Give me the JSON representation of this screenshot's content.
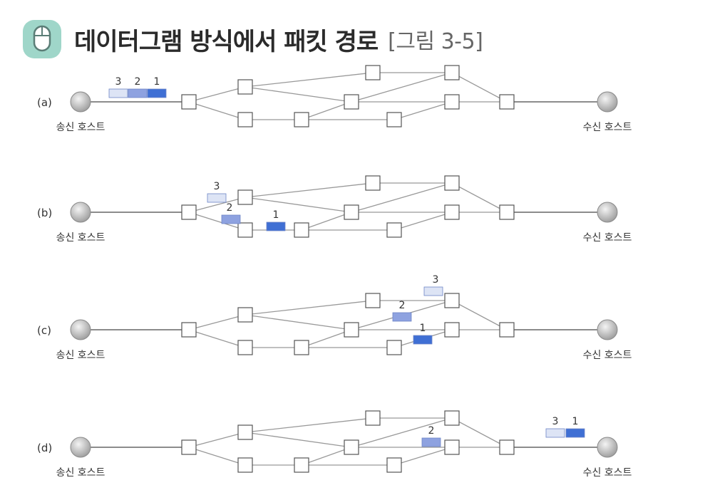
{
  "title": {
    "main": "데이터그램 방식에서 패킷 경로",
    "sub": "[그림 3-5]",
    "icon": "mouse-icon"
  },
  "labels": {
    "sender": "송신 호스트",
    "receiver": "수신 호스트"
  },
  "panels": [
    {
      "id": "a",
      "label": "(a)",
      "packets": [
        "3",
        "2",
        "1"
      ]
    },
    {
      "id": "b",
      "label": "(b)",
      "packets": [
        "3",
        "2",
        "1"
      ]
    },
    {
      "id": "c",
      "label": "(c)",
      "packets": [
        "3",
        "2",
        "1"
      ]
    },
    {
      "id": "d",
      "label": "(d)",
      "packets": [
        "3",
        "1",
        "2"
      ]
    }
  ],
  "colors": {
    "packet_3": "#dde4f5",
    "packet_2": "#8ea2e0",
    "packet_1": "#3f6fd4",
    "node_border": "#555555",
    "link": "#999999",
    "host": "#c8c8c8",
    "icon_bg": "#9fd6c9"
  }
}
